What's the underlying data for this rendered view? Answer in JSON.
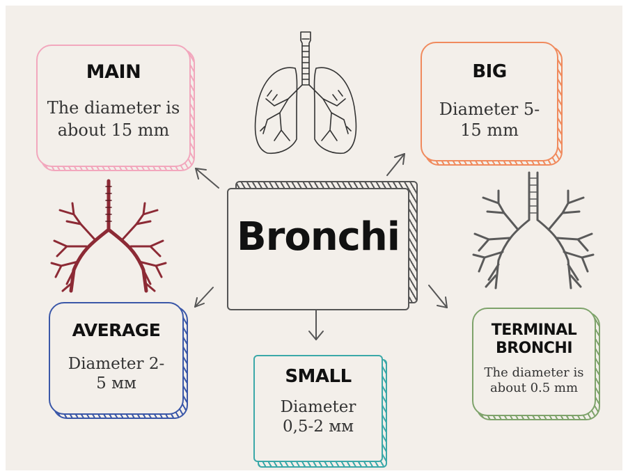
{
  "center": {
    "title": "Bronchi"
  },
  "cards": {
    "main": {
      "title": "MAIN",
      "line1": "The diameter is",
      "line2": "about 15 mm",
      "color": "#f2a7bd"
    },
    "big": {
      "title": "BIG",
      "line1": "Diameter 5-",
      "line2": "15 mm",
      "color": "#f08a5d"
    },
    "average": {
      "title": "AVERAGE",
      "line1": "Diameter 2-",
      "line2": "5 мм",
      "color": "#3a57a8"
    },
    "small": {
      "title": "SMALL",
      "line1": "Diameter",
      "line2": "0,5-2 мм",
      "color": "#3aa8a8"
    },
    "terminal": {
      "title1": "TERMINAL",
      "title2": "BRONCHI",
      "line1": "The diameter is",
      "line2": "about 0.5 mm",
      "color": "#7ea36b"
    }
  },
  "illustrations": {
    "lungs": "lungs-sketch-icon",
    "red_tree": "bronchial-tree-red-icon",
    "gray_tree": "bronchial-tree-gray-icon",
    "red_color": "#8c2a35",
    "gray_color": "#5a5a5a"
  }
}
